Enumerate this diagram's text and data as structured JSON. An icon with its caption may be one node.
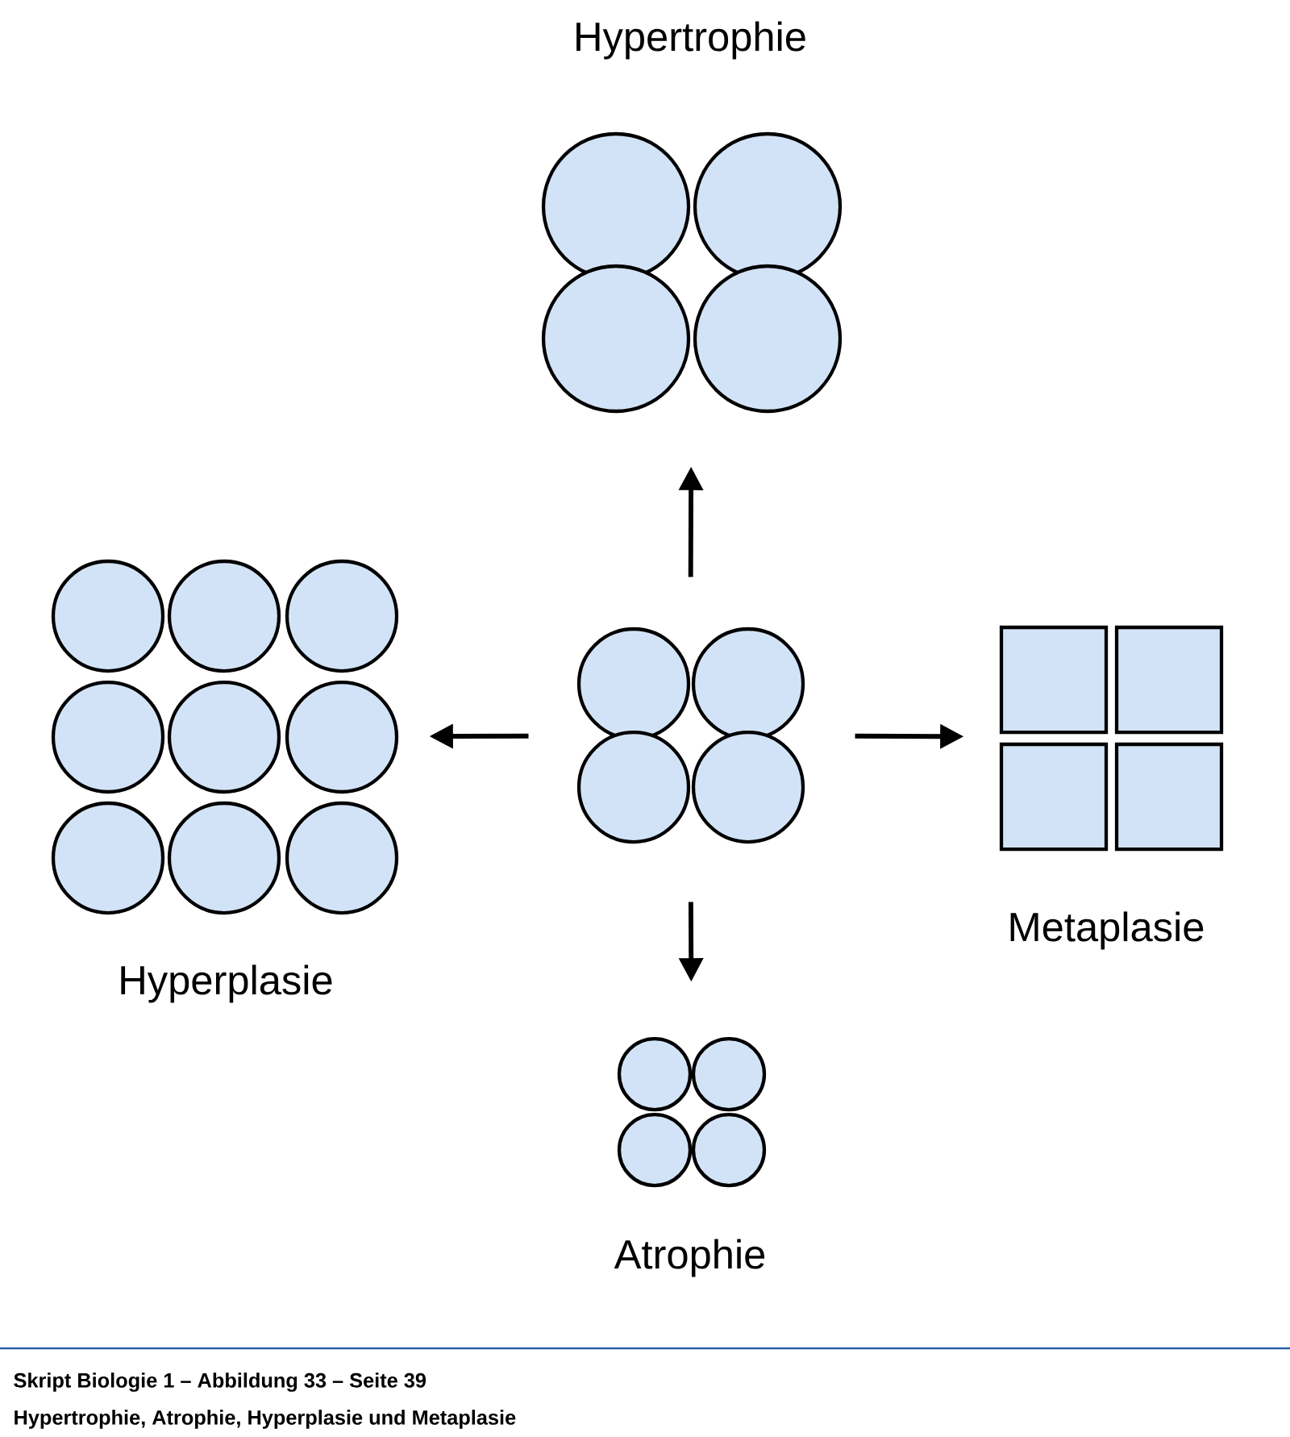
{
  "diagram": {
    "caption": "Hypertrophie, Atrophie, Hyperplasie und Metaplasie",
    "nodes": [
      {
        "text": [],
        "shape": "picture"
      },
      {
        "text": [
          "Hypertrophie"
        ]
      },
      {
        "text": [
          "Hyperplasie"
        ]
      },
      {
        "text": [
          "Metaplasie"
        ]
      },
      {
        "text": [
          "Atrophie"
        ]
      }
    ],
    "edges": [
      {
        "from": 0,
        "to": 1,
        "arrow": "to"
      },
      {
        "from": 0,
        "to": 2,
        "arrow": "to"
      },
      {
        "from": 0,
        "to": 3,
        "arrow": "to"
      },
      {
        "from": 0,
        "to": 4,
        "arrow": "to"
      }
    ],
    "labels": [
      "Skript Biologie 1 – Abbildung 33 – Seite 39"
    ]
  }
}
